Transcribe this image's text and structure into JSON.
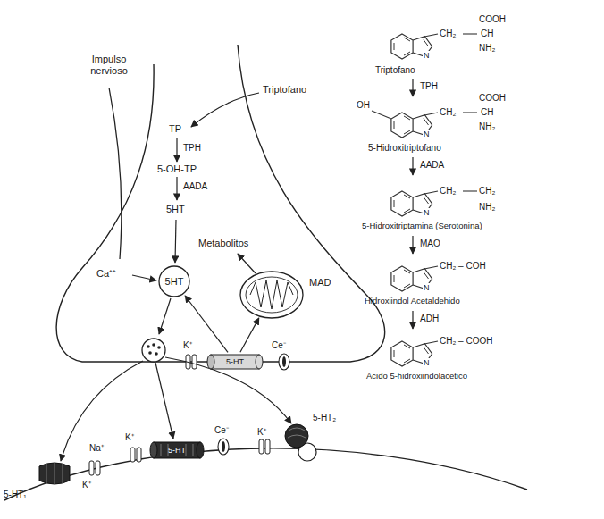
{
  "diagram": {
    "nodes": [
      {
        "text": [
          "5HT"
        ]
      },
      {
        "text": [
          "MAD"
        ]
      },
      {
        "text": [
          "5-HT"
        ]
      },
      {
        "text": [
          "5-HT"
        ]
      },
      {
        "text": [
          "5-HT₁"
        ]
      },
      {
        "text": [
          "5-HT₂"
        ]
      }
    ],
    "edges": [
      {
        "from": 2,
        "to": 0,
        "arrow": "to"
      },
      {
        "from": 2,
        "to": 1,
        "arrow": "to"
      }
    ],
    "labels": [
      "Impulso nervioso",
      "Triptofano",
      "TP",
      "TPH",
      "5-OH-TP",
      "AADA",
      "5HT",
      "Ca⁺⁺",
      "Metabolitos",
      "K⁺",
      "Ce⁻",
      "Na⁺",
      "K⁺",
      "K⁺",
      "Ce⁻",
      "K⁺",
      "Triptofano",
      "TPH",
      "5-Hidroxitriptofano",
      "AADA",
      "5-Hidroxitriptamina (Serotonina)",
      "MAO",
      "Hidroxiindol Acetaldehido",
      "ADH",
      "Acido 5-hidroxiindolacetico",
      "CH₂",
      "COOH",
      "CH",
      "NH₂",
      "OH",
      "CH₂",
      "COOH",
      "CH",
      "NH₂",
      "CH₂",
      "CH₂",
      "NH₂",
      "CH₂ – COH",
      "CH₂ – COOH",
      "N",
      "N",
      "N",
      "N",
      "N"
    ]
  }
}
